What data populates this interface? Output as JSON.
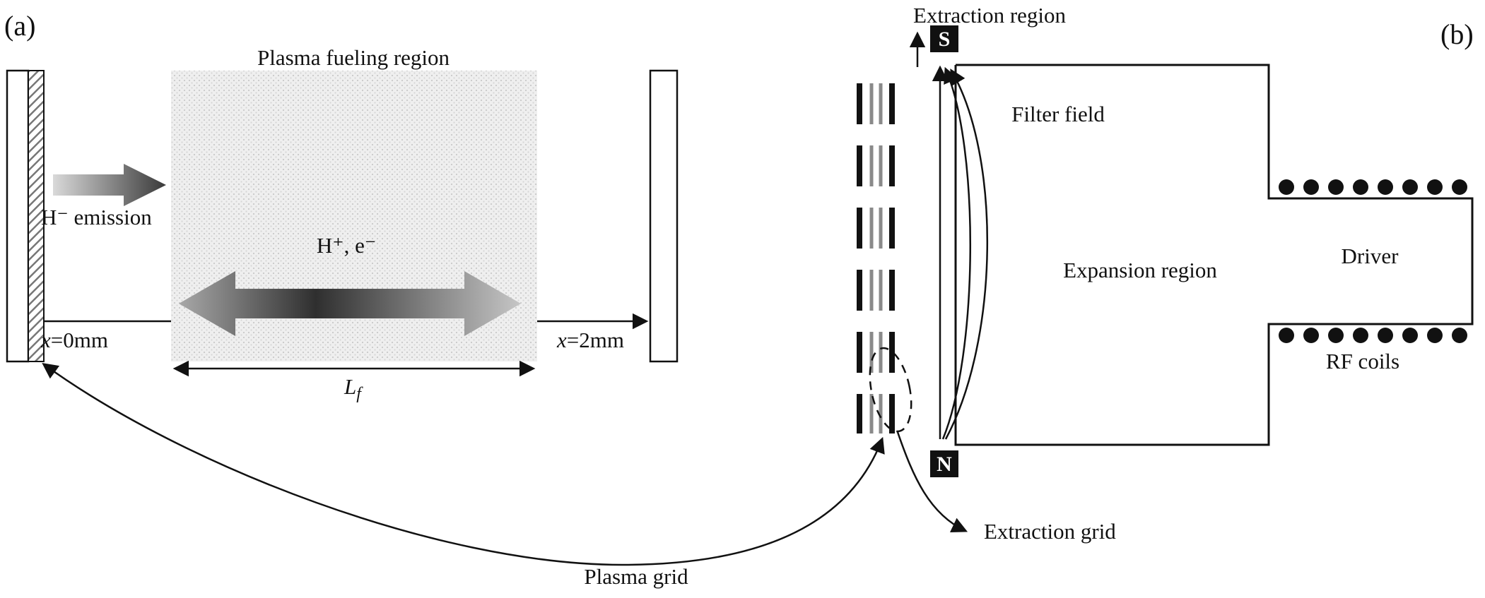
{
  "panel_a": {
    "label": "(a)",
    "region_title": "Plasma fueling region",
    "emission_label": "H⁻ emission",
    "species_label": "H⁺, e⁻",
    "x0_italic": "x",
    "x0_rest": "=0mm",
    "x2_italic": "x",
    "x2_rest": "=2mm",
    "length_symbol": "L",
    "length_subscript": "f",
    "plasma_grid_label": "Plasma grid"
  },
  "panel_b": {
    "label": "(b)",
    "extraction_region_label": "Extraction region",
    "south_pole": "S",
    "north_pole": "N",
    "filter_field_label": "Filter field",
    "expansion_region_label": "Expansion region",
    "driver_label": "Driver",
    "rf_coils_label": "RF coils",
    "extraction_grid_label": "Extraction grid"
  },
  "colors": {
    "ink": "#111111",
    "stipple_bg": "#efefef",
    "stipple_dot": "#c9c9c9",
    "gray_dash": "#8a8a8a",
    "gradient_light": "#a8a8a8",
    "gradient_dark": "#2f2f2f",
    "gradient_light2": "#c6c6c6",
    "small_arrow_light": "#d9d9d9",
    "small_arrow_dark": "#3a3a3a"
  }
}
